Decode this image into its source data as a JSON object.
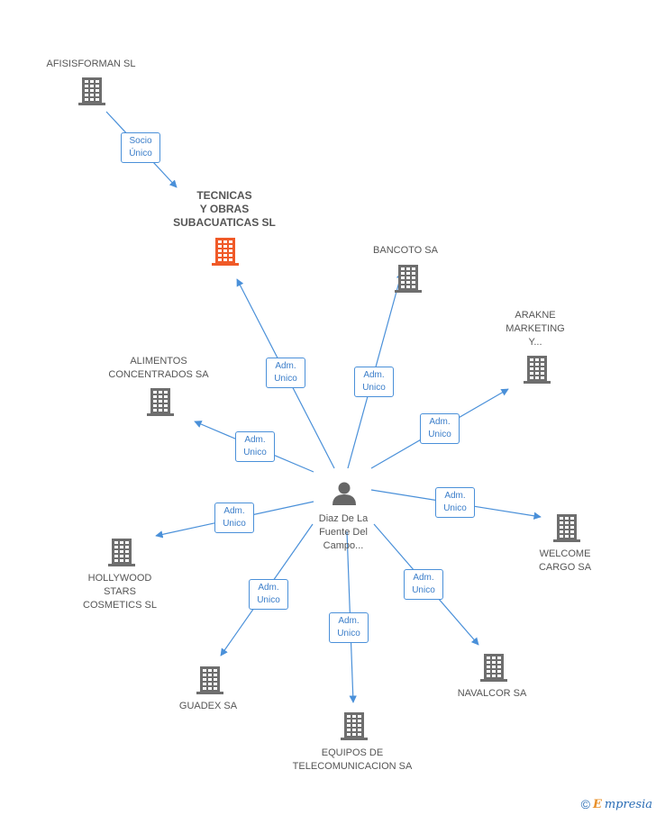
{
  "colors": {
    "edge": "#4a90d9",
    "building": "#6e6e6e",
    "focus_building": "#f05a28",
    "person": "#666666",
    "badge_text": "#3a7dc9"
  },
  "center_person": {
    "icon": "person-icon",
    "lines": [
      "Diaz De La",
      "Fuente Del",
      "Campo..."
    ]
  },
  "nodes": [
    {
      "id": "afisisforman",
      "lines": [
        "AFISISFORMAN SL"
      ],
      "icon": "building-icon",
      "focus": false
    },
    {
      "id": "tecnicas",
      "lines": [
        "TECNICAS",
        "Y OBRAS",
        "SUBACUATICAS SL"
      ],
      "icon": "building-icon",
      "focus": true
    },
    {
      "id": "bancoto",
      "lines": [
        "BANCOTO SA"
      ],
      "icon": "building-icon",
      "focus": false
    },
    {
      "id": "arakne",
      "lines": [
        "ARAKNE",
        "MARKETING",
        "Y..."
      ],
      "icon": "building-icon",
      "focus": false
    },
    {
      "id": "alimentos",
      "lines": [
        "ALIMENTOS",
        "CONCENTRADOS SA"
      ],
      "icon": "building-icon",
      "focus": false
    },
    {
      "id": "welcome",
      "lines": [
        "WELCOME",
        "CARGO SA"
      ],
      "icon": "building-icon",
      "focus": false
    },
    {
      "id": "hollywood",
      "lines": [
        "HOLLYWOOD",
        "STARS",
        "COSMETICS SL"
      ],
      "icon": "building-icon",
      "focus": false
    },
    {
      "id": "guadex",
      "lines": [
        "GUADEX SA"
      ],
      "icon": "building-icon",
      "focus": false
    },
    {
      "id": "equipos",
      "lines": [
        "EQUIPOS DE",
        "TELECOMUNICACION SA"
      ],
      "icon": "building-icon",
      "focus": false
    },
    {
      "id": "navalcor",
      "lines": [
        "NAVALCOR SA"
      ],
      "icon": "building-icon",
      "focus": false
    }
  ],
  "edges": [
    {
      "from": "afisisforman",
      "to": "tecnicas",
      "label": [
        "Socio",
        "Único"
      ]
    },
    {
      "from": "person",
      "to": "tecnicas",
      "label": [
        "Adm.",
        "Unico"
      ]
    },
    {
      "from": "person",
      "to": "bancoto",
      "label": [
        "Adm.",
        "Unico"
      ]
    },
    {
      "from": "person",
      "to": "arakne",
      "label": [
        "Adm.",
        "Unico"
      ]
    },
    {
      "from": "person",
      "to": "alimentos",
      "label": [
        "Adm.",
        "Unico"
      ]
    },
    {
      "from": "person",
      "to": "welcome",
      "label": [
        "Adm.",
        "Unico"
      ]
    },
    {
      "from": "person",
      "to": "hollywood",
      "label": [
        "Adm.",
        "Unico"
      ]
    },
    {
      "from": "person",
      "to": "guadex",
      "label": [
        "Adm.",
        "Unico"
      ]
    },
    {
      "from": "person",
      "to": "equipos",
      "label": [
        "Adm.",
        "Unico"
      ]
    },
    {
      "from": "person",
      "to": "navalcor",
      "label": [
        "Adm.",
        "Unico"
      ]
    }
  ],
  "footer": {
    "copyright": "©",
    "brand_initial": "E",
    "brand_rest": "mpresia"
  }
}
